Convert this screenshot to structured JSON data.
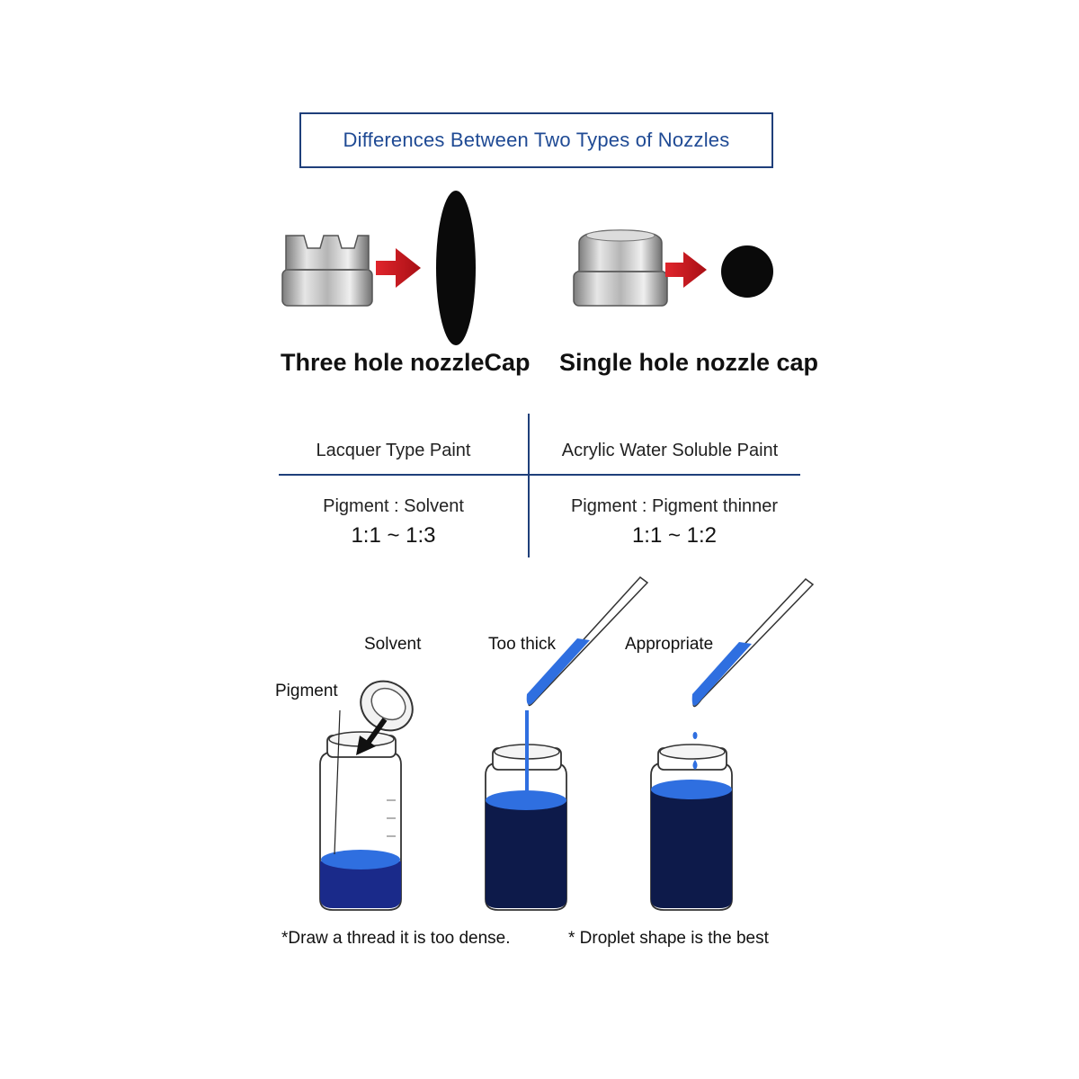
{
  "title": "Differences Between Two Types of Nozzles",
  "nozzles": [
    {
      "label": "Three hole nozzleCap",
      "pattern": "ellipse"
    },
    {
      "label": "Single hole nozzle cap",
      "pattern": "circle"
    }
  ],
  "table": {
    "headers": [
      "Lacquer Type Paint",
      "Acrylic Water Soluble Paint"
    ],
    "ratios": [
      {
        "label": "Pigment : Solvent",
        "value": "1:1 ~ 1:3"
      },
      {
        "label": "Pigment : Pigment thinner",
        "value": "1:1 ~ 1:2"
      }
    ]
  },
  "mixing": {
    "labels": {
      "solvent": "Solvent",
      "pigment": "Pigment",
      "too_thick": "Too thick",
      "appropriate": "Appropriate"
    },
    "notes": [
      "*Draw a thread it is too dense.",
      "* Droplet shape is the best"
    ]
  },
  "colors": {
    "title_border": "#1f3f7a",
    "title_text": "#1f4a94",
    "arrow_red": "#c8161d",
    "paint_blue": "#2f6fe0",
    "paint_dark": "#0d1a4a",
    "divider": "#1f3f7a"
  }
}
